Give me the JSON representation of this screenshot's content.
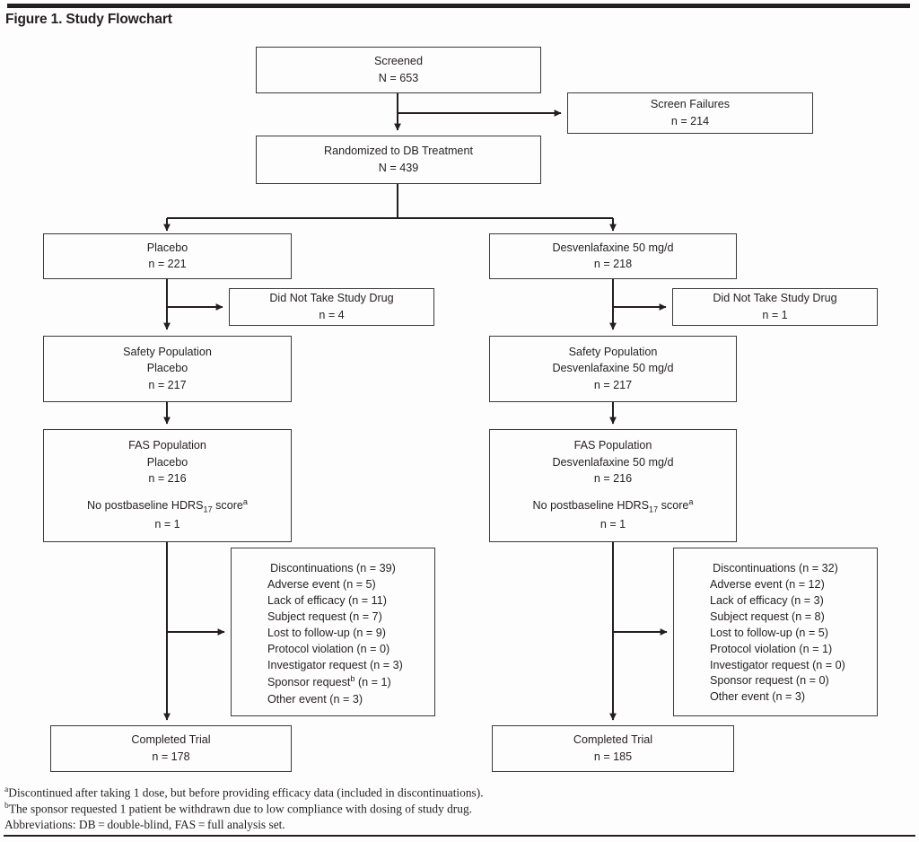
{
  "figure": {
    "title": "Figure 1. Study Flowchart"
  },
  "nodes": {
    "screened": {
      "line1": "Screened",
      "line2": "N = 653"
    },
    "screen_failures": {
      "line1": "Screen Failures",
      "line2": "n = 214"
    },
    "randomized": {
      "line1": "Randomized to DB Treatment",
      "line2": "N = 439"
    },
    "placebo_arm": {
      "line1": "Placebo",
      "line2": "n = 221"
    },
    "desven_arm": {
      "line1": "Desvenlafaxine 50 mg/d",
      "line2": "n = 218"
    },
    "placebo_not_taken": {
      "line1": "Did Not Take Study Drug",
      "line2": "n = 4"
    },
    "desven_not_taken": {
      "line1": "Did Not Take Study Drug",
      "line2": "n = 1"
    },
    "placebo_safety": {
      "line1": "Safety Population",
      "line2": "Placebo",
      "line3": "n = 217"
    },
    "desven_safety": {
      "line1": "Safety Population",
      "line2": "Desvenlafaxine 50 mg/d",
      "line3": "n = 217"
    },
    "placebo_fas": {
      "line1": "FAS Population",
      "line2": "Placebo",
      "line3": "n = 216",
      "line4_prefix": "No postbaseline HDRS",
      "line4_sub": "17",
      "line4_mid": " score",
      "line4_sup": "a",
      "line5": "n = 1"
    },
    "desven_fas": {
      "line1": "FAS Population",
      "line2": "Desvenlafaxine 50 mg/d",
      "line3": "n = 216",
      "line4_prefix": "No postbaseline HDRS",
      "line4_sub": "17",
      "line4_mid": " score",
      "line4_sup": "a",
      "line5": "n = 1"
    },
    "placebo_completed": {
      "line1": "Completed Trial",
      "line2": "n = 178"
    },
    "desven_completed": {
      "line1": "Completed Trial",
      "line2": "n = 185"
    }
  },
  "placebo_discontinuations": {
    "header": "Discontinuations (n = 39)",
    "items": [
      {
        "label": "Adverse event (n = 5)"
      },
      {
        "label": "Lack of efficacy (n = 11)"
      },
      {
        "label": "Subject request (n = 7)"
      },
      {
        "label": "Lost to follow-up (n = 9)"
      },
      {
        "label": "Protocol violation (n = 0)"
      },
      {
        "label": "Investigator request (n = 3)"
      },
      {
        "label": "Sponsor request",
        "sup": "b",
        "tail": " (n = 1)"
      },
      {
        "label": "Other event (n = 3)"
      }
    ]
  },
  "desven_discontinuations": {
    "header": "Discontinuations (n = 32)",
    "items": [
      {
        "label": "Adverse event (n = 12)"
      },
      {
        "label": "Lack of efficacy (n = 3)"
      },
      {
        "label": "Subject request (n = 8)"
      },
      {
        "label": "Lost to follow-up (n = 5)"
      },
      {
        "label": "Protocol violation (n = 1)"
      },
      {
        "label": "Investigator request (n = 0)"
      },
      {
        "label": "Sponsor request (n = 0)"
      },
      {
        "label": "Other event (n = 3)"
      }
    ]
  },
  "footnotes": {
    "a_marker": "a",
    "a_text": "Discontinued after taking 1 dose, but before providing efficacy data (included in discontinuations).",
    "b_marker": "b",
    "b_text": "The sponsor requested 1 patient be withdrawn due to low compliance with dosing of study drug.",
    "abbreviations": "Abbreviations: DB = double-blind, FAS = full analysis set."
  },
  "chart_data": {
    "type": "diagram",
    "title": "Figure 1. Study Flowchart",
    "flow": [
      {
        "id": "screened",
        "label": "Screened",
        "n": 653,
        "n_symbol": "N"
      },
      {
        "id": "screen_failures",
        "label": "Screen Failures",
        "n": 214,
        "n_symbol": "n"
      },
      {
        "id": "randomized",
        "label": "Randomized to DB Treatment",
        "n": 439,
        "n_symbol": "N"
      },
      {
        "id": "placebo_arm",
        "label": "Placebo",
        "n": 221,
        "n_symbol": "n"
      },
      {
        "id": "desven_arm",
        "label": "Desvenlafaxine 50 mg/d",
        "n": 218,
        "n_symbol": "n"
      },
      {
        "id": "placebo_not_taken",
        "label": "Did Not Take Study Drug",
        "n": 4,
        "n_symbol": "n"
      },
      {
        "id": "desven_not_taken",
        "label": "Did Not Take Study Drug",
        "n": 1,
        "n_symbol": "n"
      },
      {
        "id": "placebo_safety",
        "label": "Safety Population Placebo",
        "n": 217,
        "n_symbol": "n"
      },
      {
        "id": "desven_safety",
        "label": "Safety Population Desvenlafaxine 50 mg/d",
        "n": 217,
        "n_symbol": "n"
      },
      {
        "id": "placebo_fas",
        "label": "FAS Population Placebo",
        "n": 216,
        "n_symbol": "n",
        "excluded_label": "No postbaseline HDRS17 score",
        "excluded_n": 1
      },
      {
        "id": "desven_fas",
        "label": "FAS Population Desvenlafaxine 50 mg/d",
        "n": 216,
        "n_symbol": "n",
        "excluded_label": "No postbaseline HDRS17 score",
        "excluded_n": 1
      },
      {
        "id": "placebo_completed",
        "label": "Completed Trial",
        "n": 178,
        "n_symbol": "n"
      },
      {
        "id": "desven_completed",
        "label": "Completed Trial",
        "n": 185,
        "n_symbol": "n"
      }
    ],
    "discontinuation_reasons": [
      "Adverse event",
      "Lack of efficacy",
      "Subject request",
      "Lost to follow-up",
      "Protocol violation",
      "Investigator request",
      "Sponsor request",
      "Other event"
    ],
    "series": [
      {
        "name": "Placebo",
        "total": 39,
        "values": [
          5,
          11,
          7,
          9,
          0,
          3,
          1,
          3
        ]
      },
      {
        "name": "Desvenlafaxine 50 mg/d",
        "total": 32,
        "values": [
          12,
          3,
          8,
          5,
          1,
          0,
          0,
          3
        ]
      }
    ]
  }
}
